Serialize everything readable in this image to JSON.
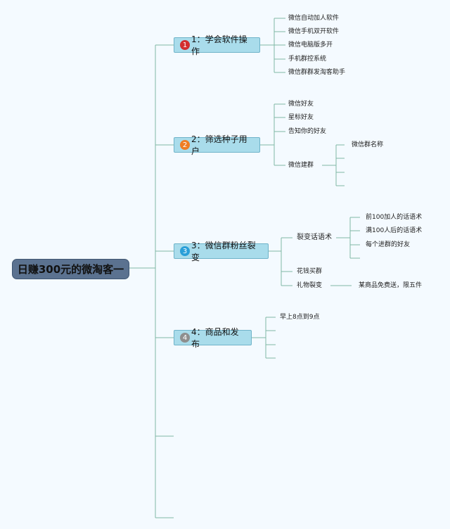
{
  "root": {
    "label": "日赚300元的微淘客一"
  },
  "branches": [
    {
      "number": "1",
      "label": "1：学会软件操作",
      "badge_color": "#d32f2f",
      "children": [
        "微信自动加人软件",
        "微信手机双开软件",
        "微信电脑版多开",
        "手机群控系统",
        "微信群群发淘客助手"
      ]
    },
    {
      "number": "2",
      "label": "2：筛选种子用户",
      "badge_color": "#ef7d22",
      "children": [
        "微信好友",
        "星标好友",
        "告知你的好友",
        "微信建群"
      ],
      "sub": {
        "label": "微信群名称"
      }
    },
    {
      "number": "3",
      "label": "3：微信群粉丝裂变",
      "badge_color": "#2a9fd8",
      "children": [
        "裂变话语术",
        "花钱买群",
        "礼物裂变"
      ],
      "sub_speech": [
        "前100加人的话语术",
        "满100人后的话语术",
        "每个进群的好友"
      ],
      "sub_gift": "某商品免费送，限五件"
    },
    {
      "number": "4",
      "label": "4：商品和发布",
      "badge_color": "#8e8e8e",
      "children": [
        "早上8点到9点"
      ]
    }
  ]
}
